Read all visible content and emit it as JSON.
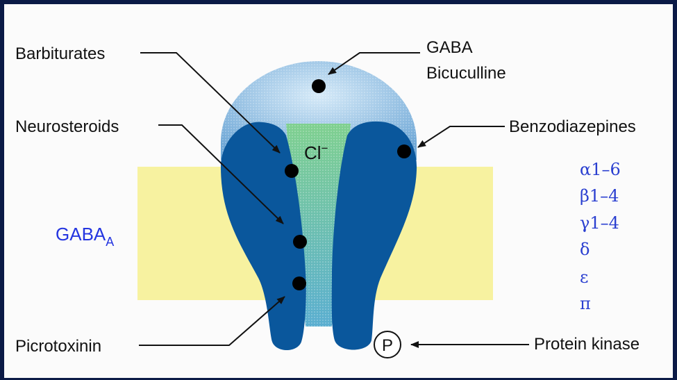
{
  "labels": {
    "barbiturates": "Barbiturates",
    "neurosteroids": "Neurosteroids",
    "picrotoxinin": "Picrotoxinin",
    "gaba": "GABA",
    "bicuculline": "Bicuculline",
    "benzodiazepines": "Benzodiazepines",
    "protein_kinase": "Protein kinase",
    "chloride_base": "Cl",
    "chloride_sup": "−",
    "receptor_base": "GABA",
    "receptor_sub": "A",
    "phosphate": "P"
  },
  "subunits": [
    "α1–6",
    "β1–4",
    "γ1–4",
    "δ",
    "ε",
    "π"
  ],
  "colors": {
    "membrane": "#f7f2a0",
    "receptor_dark": "#0a579c",
    "receptor_cap": "#9cc6e6",
    "channel": "#73c98a",
    "subunit_text": "#2a3fd0",
    "receptor_label": "#2435e0",
    "frame": "#0b1a46"
  }
}
